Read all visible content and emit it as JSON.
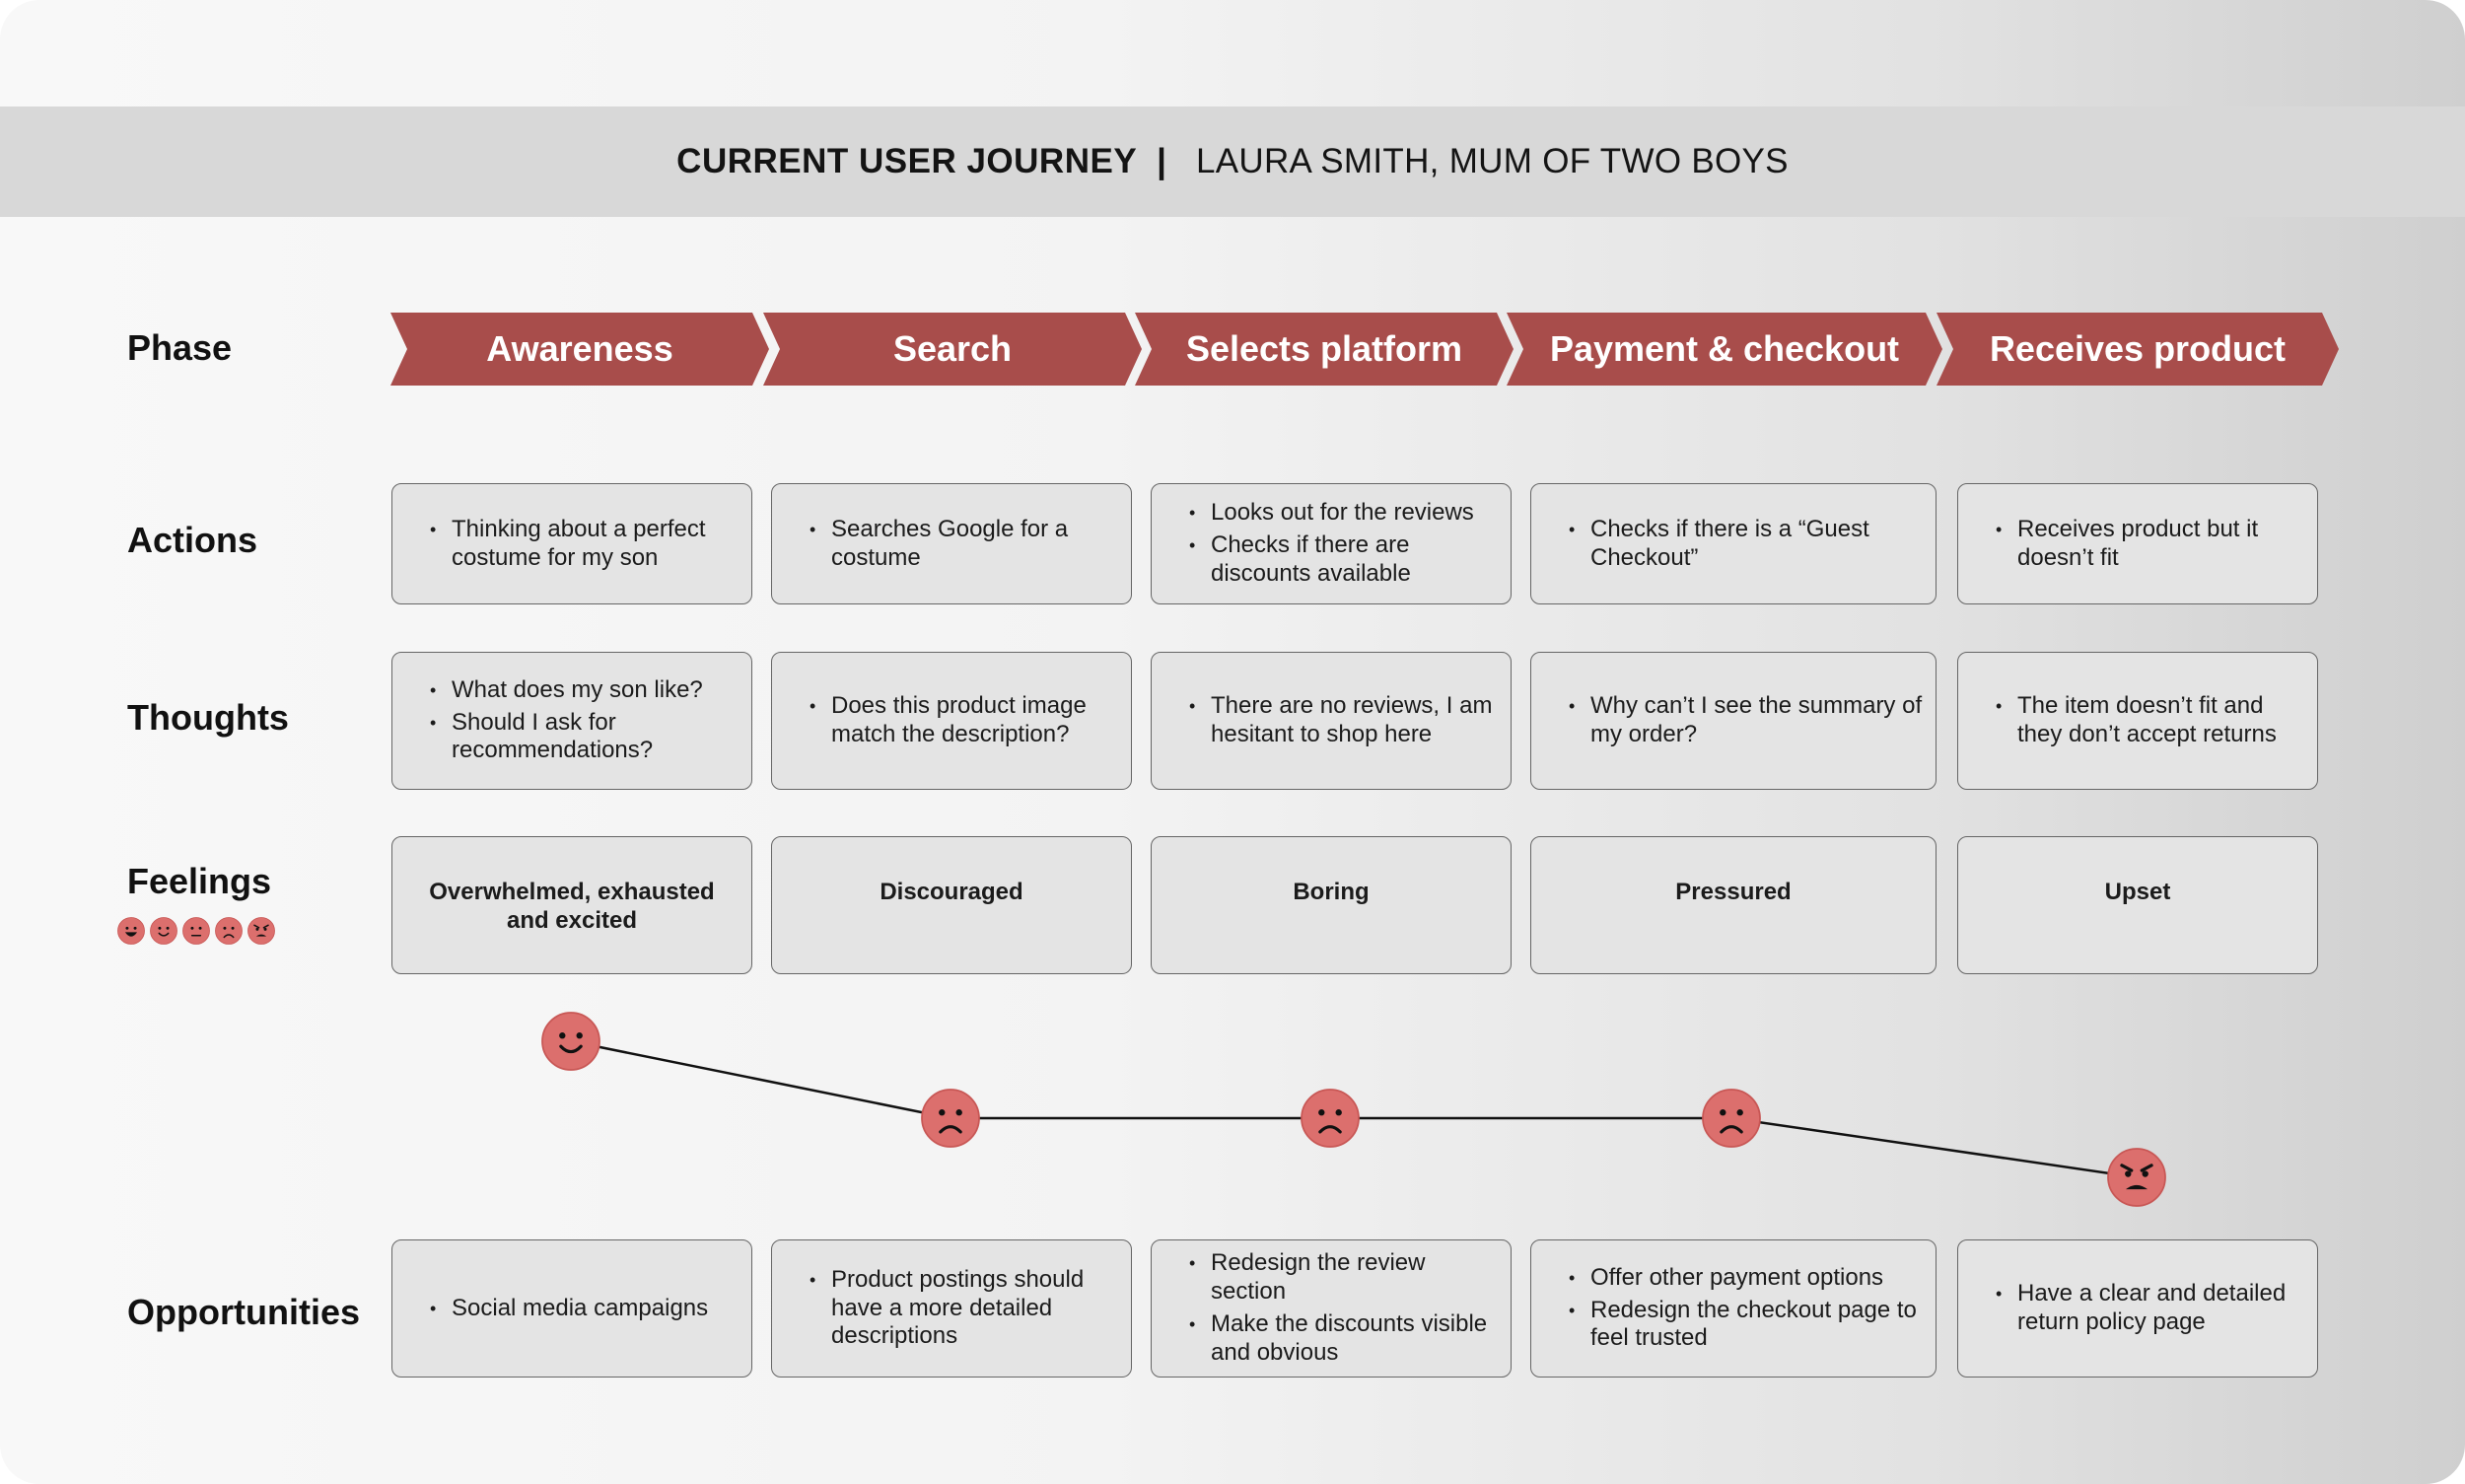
{
  "header": {
    "title": "CURRENT USER JOURNEY",
    "separator": "|",
    "subtitle": "LAURA SMITH, MUM OF TWO BOYS"
  },
  "rows": {
    "phase": "Phase",
    "actions": "Actions",
    "thoughts": "Thoughts",
    "feelings": "Feelings",
    "opportunities": "Opportunities"
  },
  "phases": [
    "Awareness",
    "Search",
    "Selects platform",
    "Payment & checkout",
    "Receives product"
  ],
  "actions": [
    [
      "Thinking about a perfect costume for my son"
    ],
    [
      "Searches Google for a costume"
    ],
    [
      "Looks out for the reviews",
      "Checks if there are discounts available"
    ],
    [
      "Checks if there is a “Guest Checkout”"
    ],
    [
      "Receives product but it doesn’t fit"
    ]
  ],
  "thoughts": [
    [
      "What does my son like?",
      "Should I ask for recommendations?"
    ],
    [
      "Does this product image match the description?"
    ],
    [
      "There are no reviews, I am hesitant to shop here"
    ],
    [
      "Why can’t I see the summary of my order?"
    ],
    [
      "The item doesn’t fit and they don’t accept returns"
    ]
  ],
  "feelings": [
    "Overwhelmed, exhausted and excited",
    "Discouraged",
    "Boring",
    "Pressured",
    "Upset"
  ],
  "feeling_scale": [
    "very-happy",
    "happy",
    "neutral",
    "sad",
    "angry"
  ],
  "emotion_curve": [
    "happy",
    "sad",
    "sad",
    "sad",
    "angry"
  ],
  "opportunities": [
    [
      "Social media campaigns"
    ],
    [
      "Product postings should have a more detailed descriptions"
    ],
    [
      "Redesign the review section",
      "Make the discounts visible and obvious"
    ],
    [
      "Offer other payment options",
      "Redesign the checkout page to feel trusted"
    ],
    [
      "Have a clear and detailed return policy page"
    ]
  ],
  "colors": {
    "phase_fill": "#a84d4b",
    "emoji_fill": "#dc6f6d",
    "card_fill": "#e4e4e4",
    "title_band": "#d8d8d8"
  }
}
